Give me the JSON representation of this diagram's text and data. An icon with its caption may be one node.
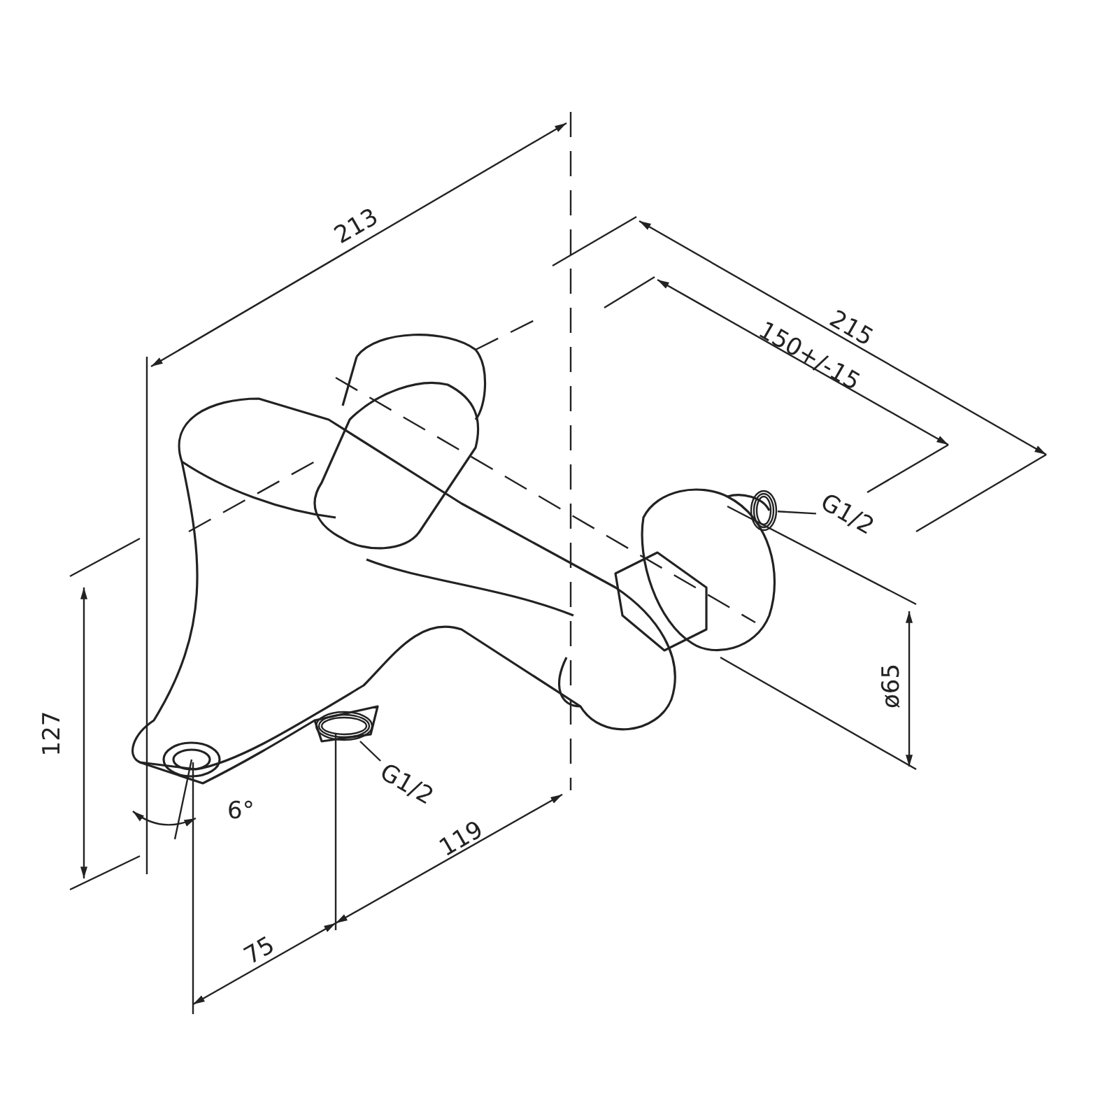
{
  "diagram": {
    "nodes": [
      {
        "text": [
          "G1/2"
        ]
      },
      {
        "text": [],
        "shape": "picture"
      },
      {
        "text": [
          "G1/2"
        ]
      },
      {
        "text": [],
        "shape": "picture"
      }
    ],
    "edges": [
      {
        "from": 0,
        "to": 1,
        "arrow": "none"
      },
      {
        "from": 2,
        "to": 3,
        "arrow": "none"
      }
    ],
    "labels": [
      "213",
      "215",
      "150+/-15",
      "ø65",
      "127",
      "6°",
      "119",
      "75"
    ]
  }
}
